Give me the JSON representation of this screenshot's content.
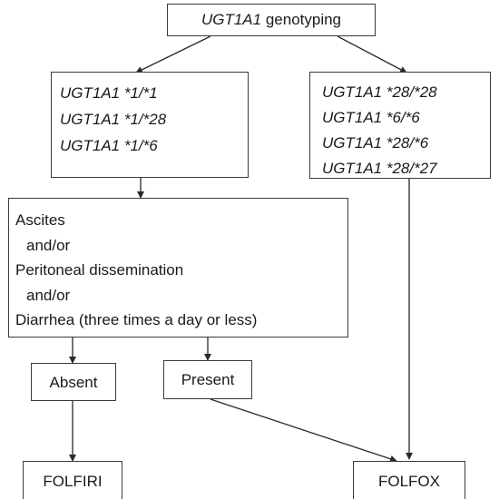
{
  "diagram": {
    "root": {
      "gene": "UGT1A1",
      "rest": " genotyping"
    },
    "left_genotypes": [
      "UGT1A1 *1/*1",
      "UGT1A1 *1/*28",
      "UGT1A1 *1/*6"
    ],
    "right_genotypes": [
      "UGT1A1 *28/*28",
      "UGT1A1 *6/*6",
      "UGT1A1 *28/*6",
      "UGT1A1 *28/*27"
    ],
    "condition": {
      "line1": "Ascites",
      "line2": "and/or",
      "line3": "Peritoneal dissemination",
      "line4": "and/or",
      "line5": "Diarrhea (three times a day or less)"
    },
    "absent": "Absent",
    "present": "Present",
    "folfiri": "FOLFIRI",
    "folfox": "FOLFOX"
  }
}
